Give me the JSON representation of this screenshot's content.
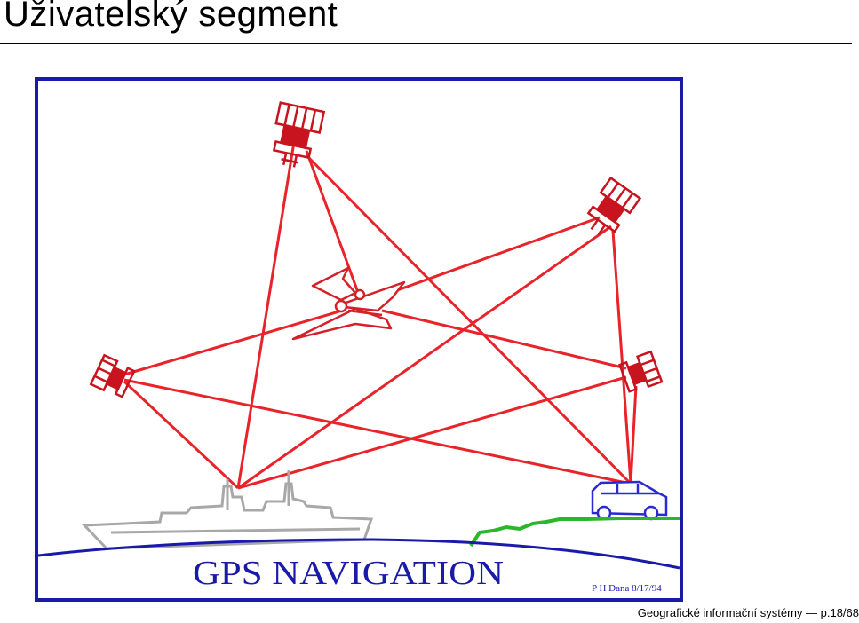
{
  "slide": {
    "title": "Uživatelský segment",
    "footer": "Geografické informační systémy — p.18/68"
  },
  "figure": {
    "heading": "GPS NAVIGATION",
    "credit": "P H Dana 8/17/94",
    "colors": {
      "frame": "#1a1aaa",
      "signal": "#e8242a",
      "satellite": "#c8141e",
      "aircraft": "#d42028",
      "ship": "#a8a8a8",
      "vehicle": "#2a2ad4",
      "ground": "#2ab82a",
      "earth": "#1a1aaa",
      "heading": "#1a1aaa"
    }
  }
}
